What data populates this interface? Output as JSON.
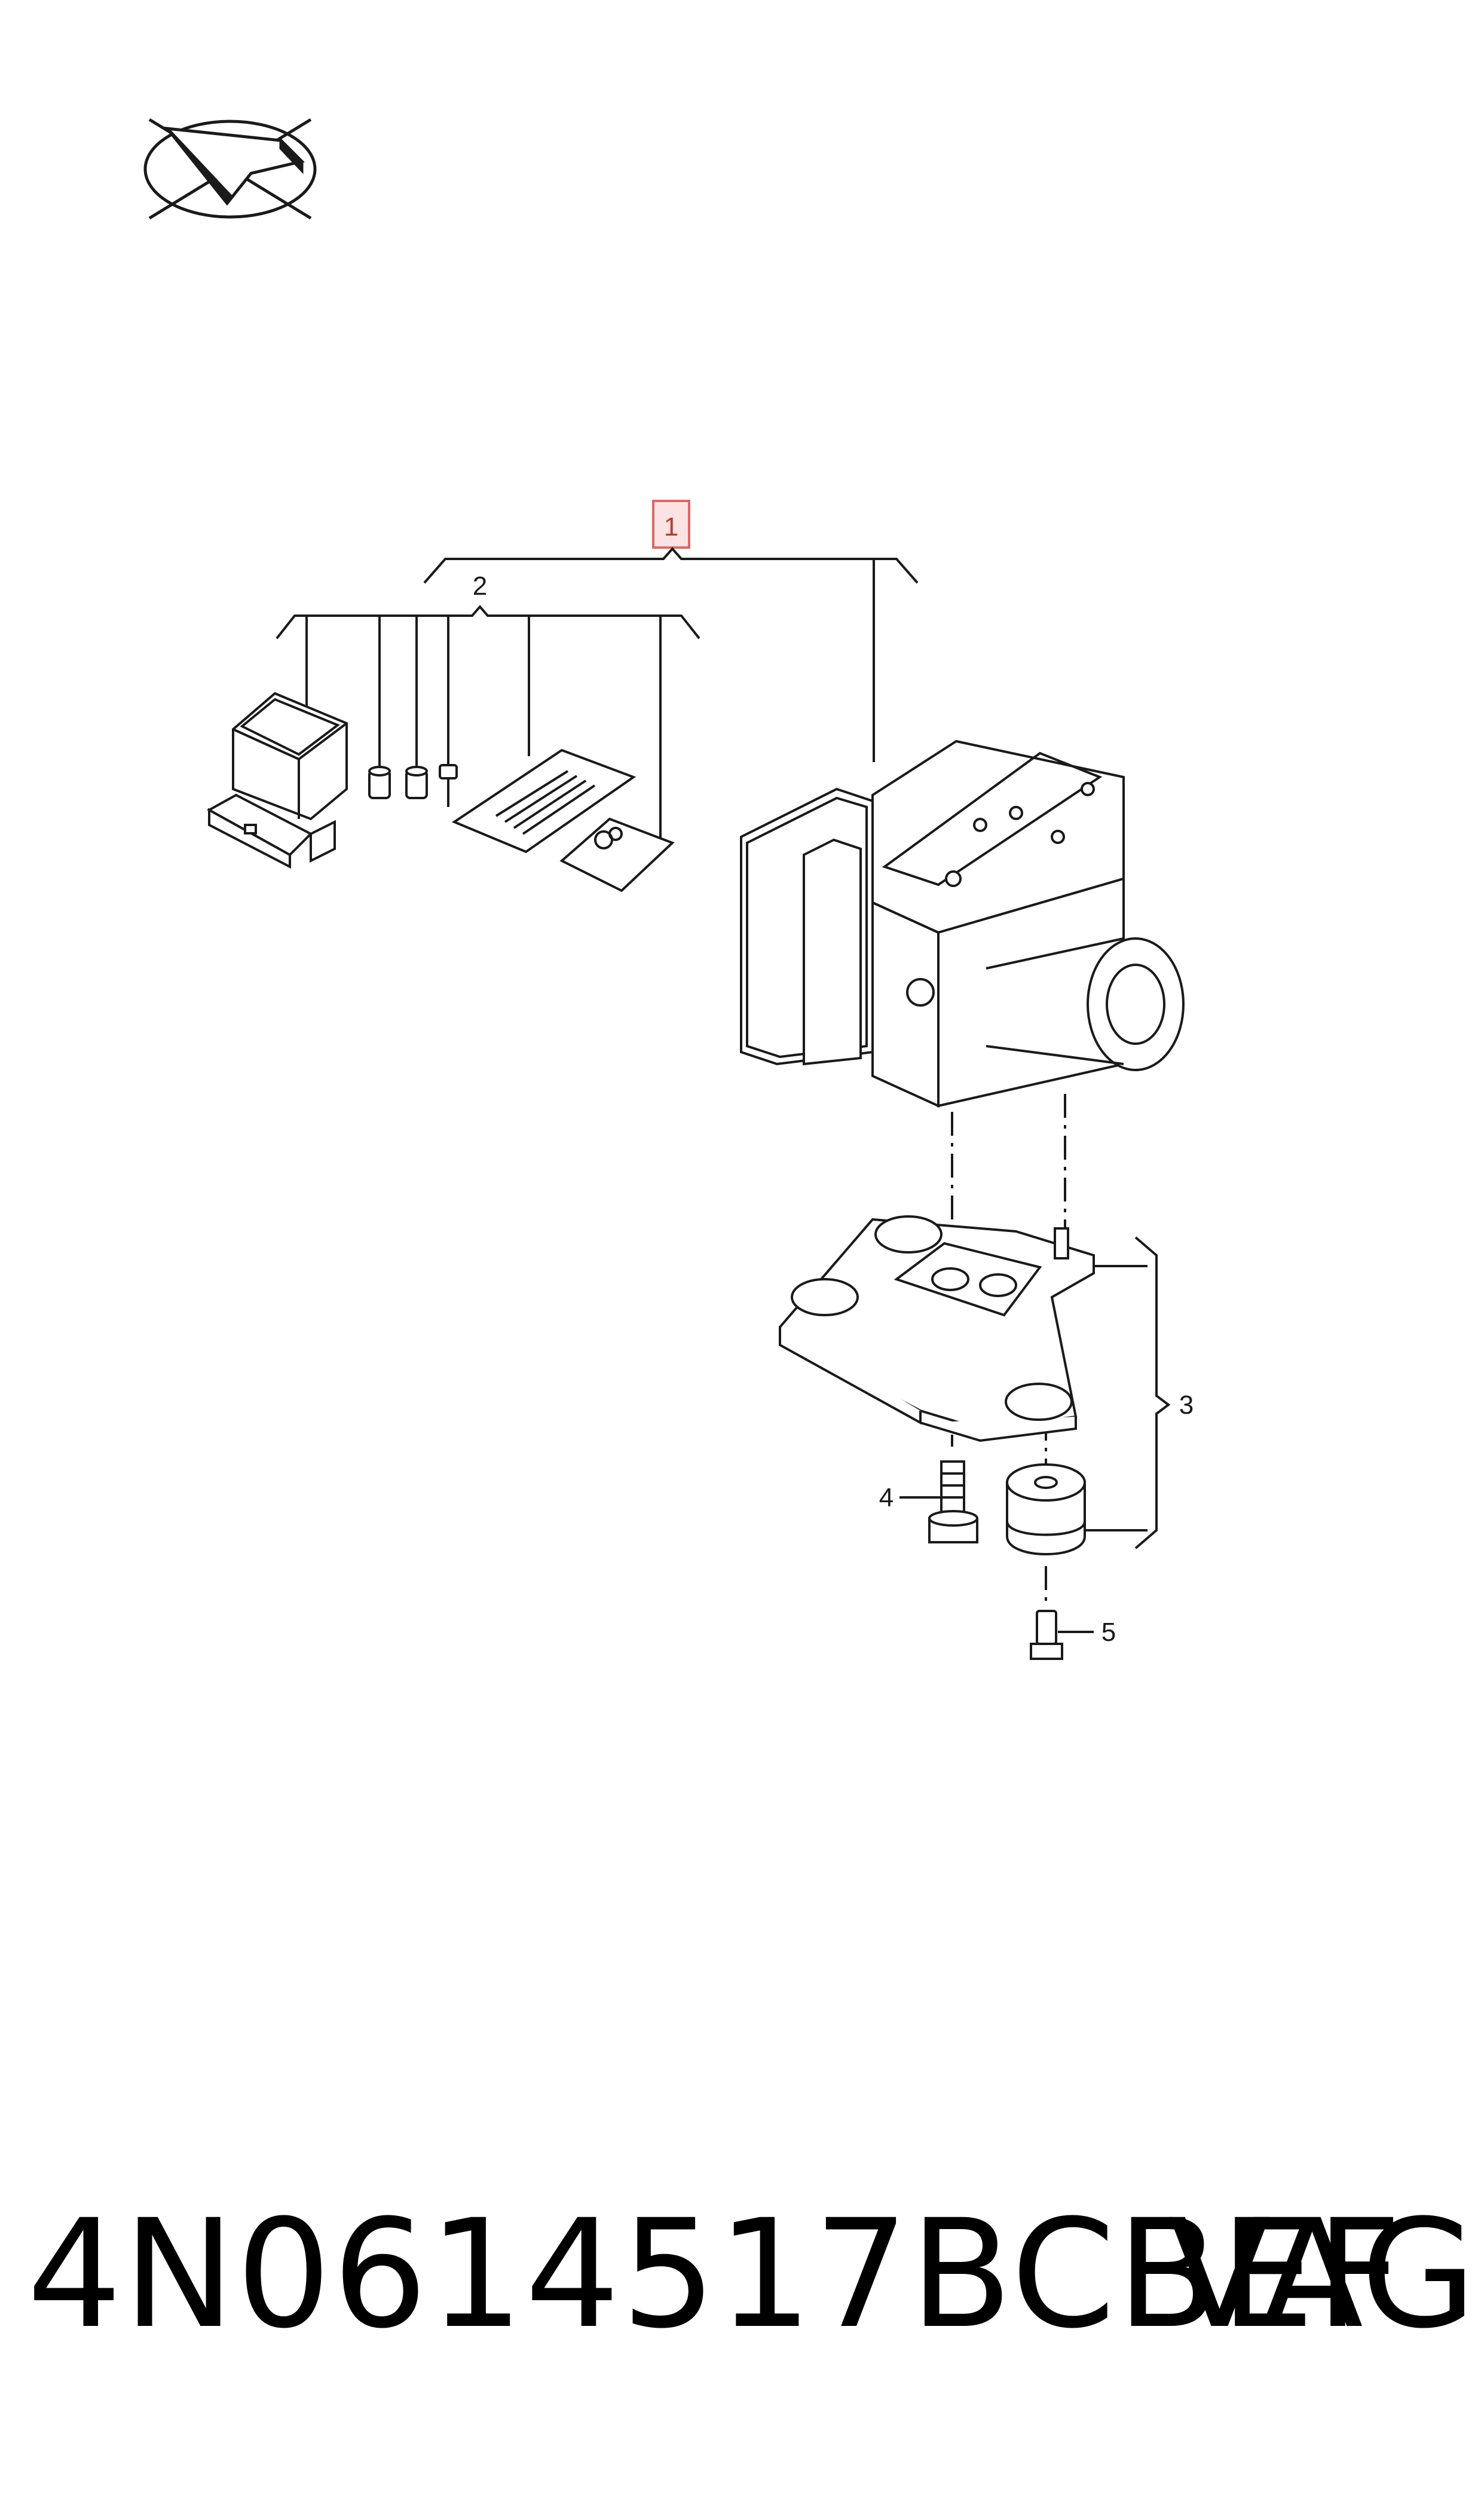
{
  "logo": {
    "name": "direction-logo-icon"
  },
  "callouts": {
    "c1": "1",
    "c2": "2",
    "c3": "3",
    "c4": "4",
    "c5": "5"
  },
  "colors": {
    "line": "#1a1a1a",
    "highlight_box": "#e06666",
    "highlight_fill": "#fbe3e3"
  },
  "footer": {
    "part_number": "4N0614517BCBEF",
    "manufacturer": "VAG"
  }
}
